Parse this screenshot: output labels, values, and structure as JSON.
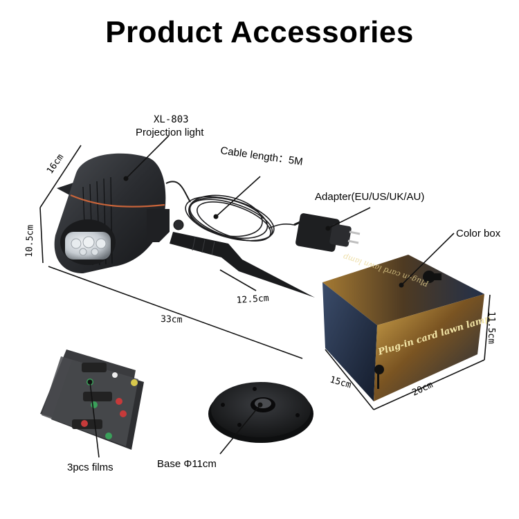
{
  "title": "Product Accessories",
  "labels": {
    "model": "XL-803",
    "projection_light": "Projection light",
    "cable_length": "Cable length：5M",
    "adapter": "Adapter(EU/US/UK/AU)",
    "color_box": "Color box",
    "box_text": "Plug-in card lawn lamp",
    "dim_16": "16cm",
    "dim_10_5": "10.5cm",
    "dim_12_5": "12.5cm",
    "dim_33": "33cm",
    "dim_11_5": "11.5cm",
    "dim_15": "15cm",
    "dim_20": "20cm",
    "films": "3pcs films",
    "base": "Base Φ11cm"
  },
  "colors": {
    "body_dark": "#2b2d30",
    "accent_ring": "#c8643a",
    "box_gold": "#b98a3a",
    "box_blue": "#24324a"
  }
}
